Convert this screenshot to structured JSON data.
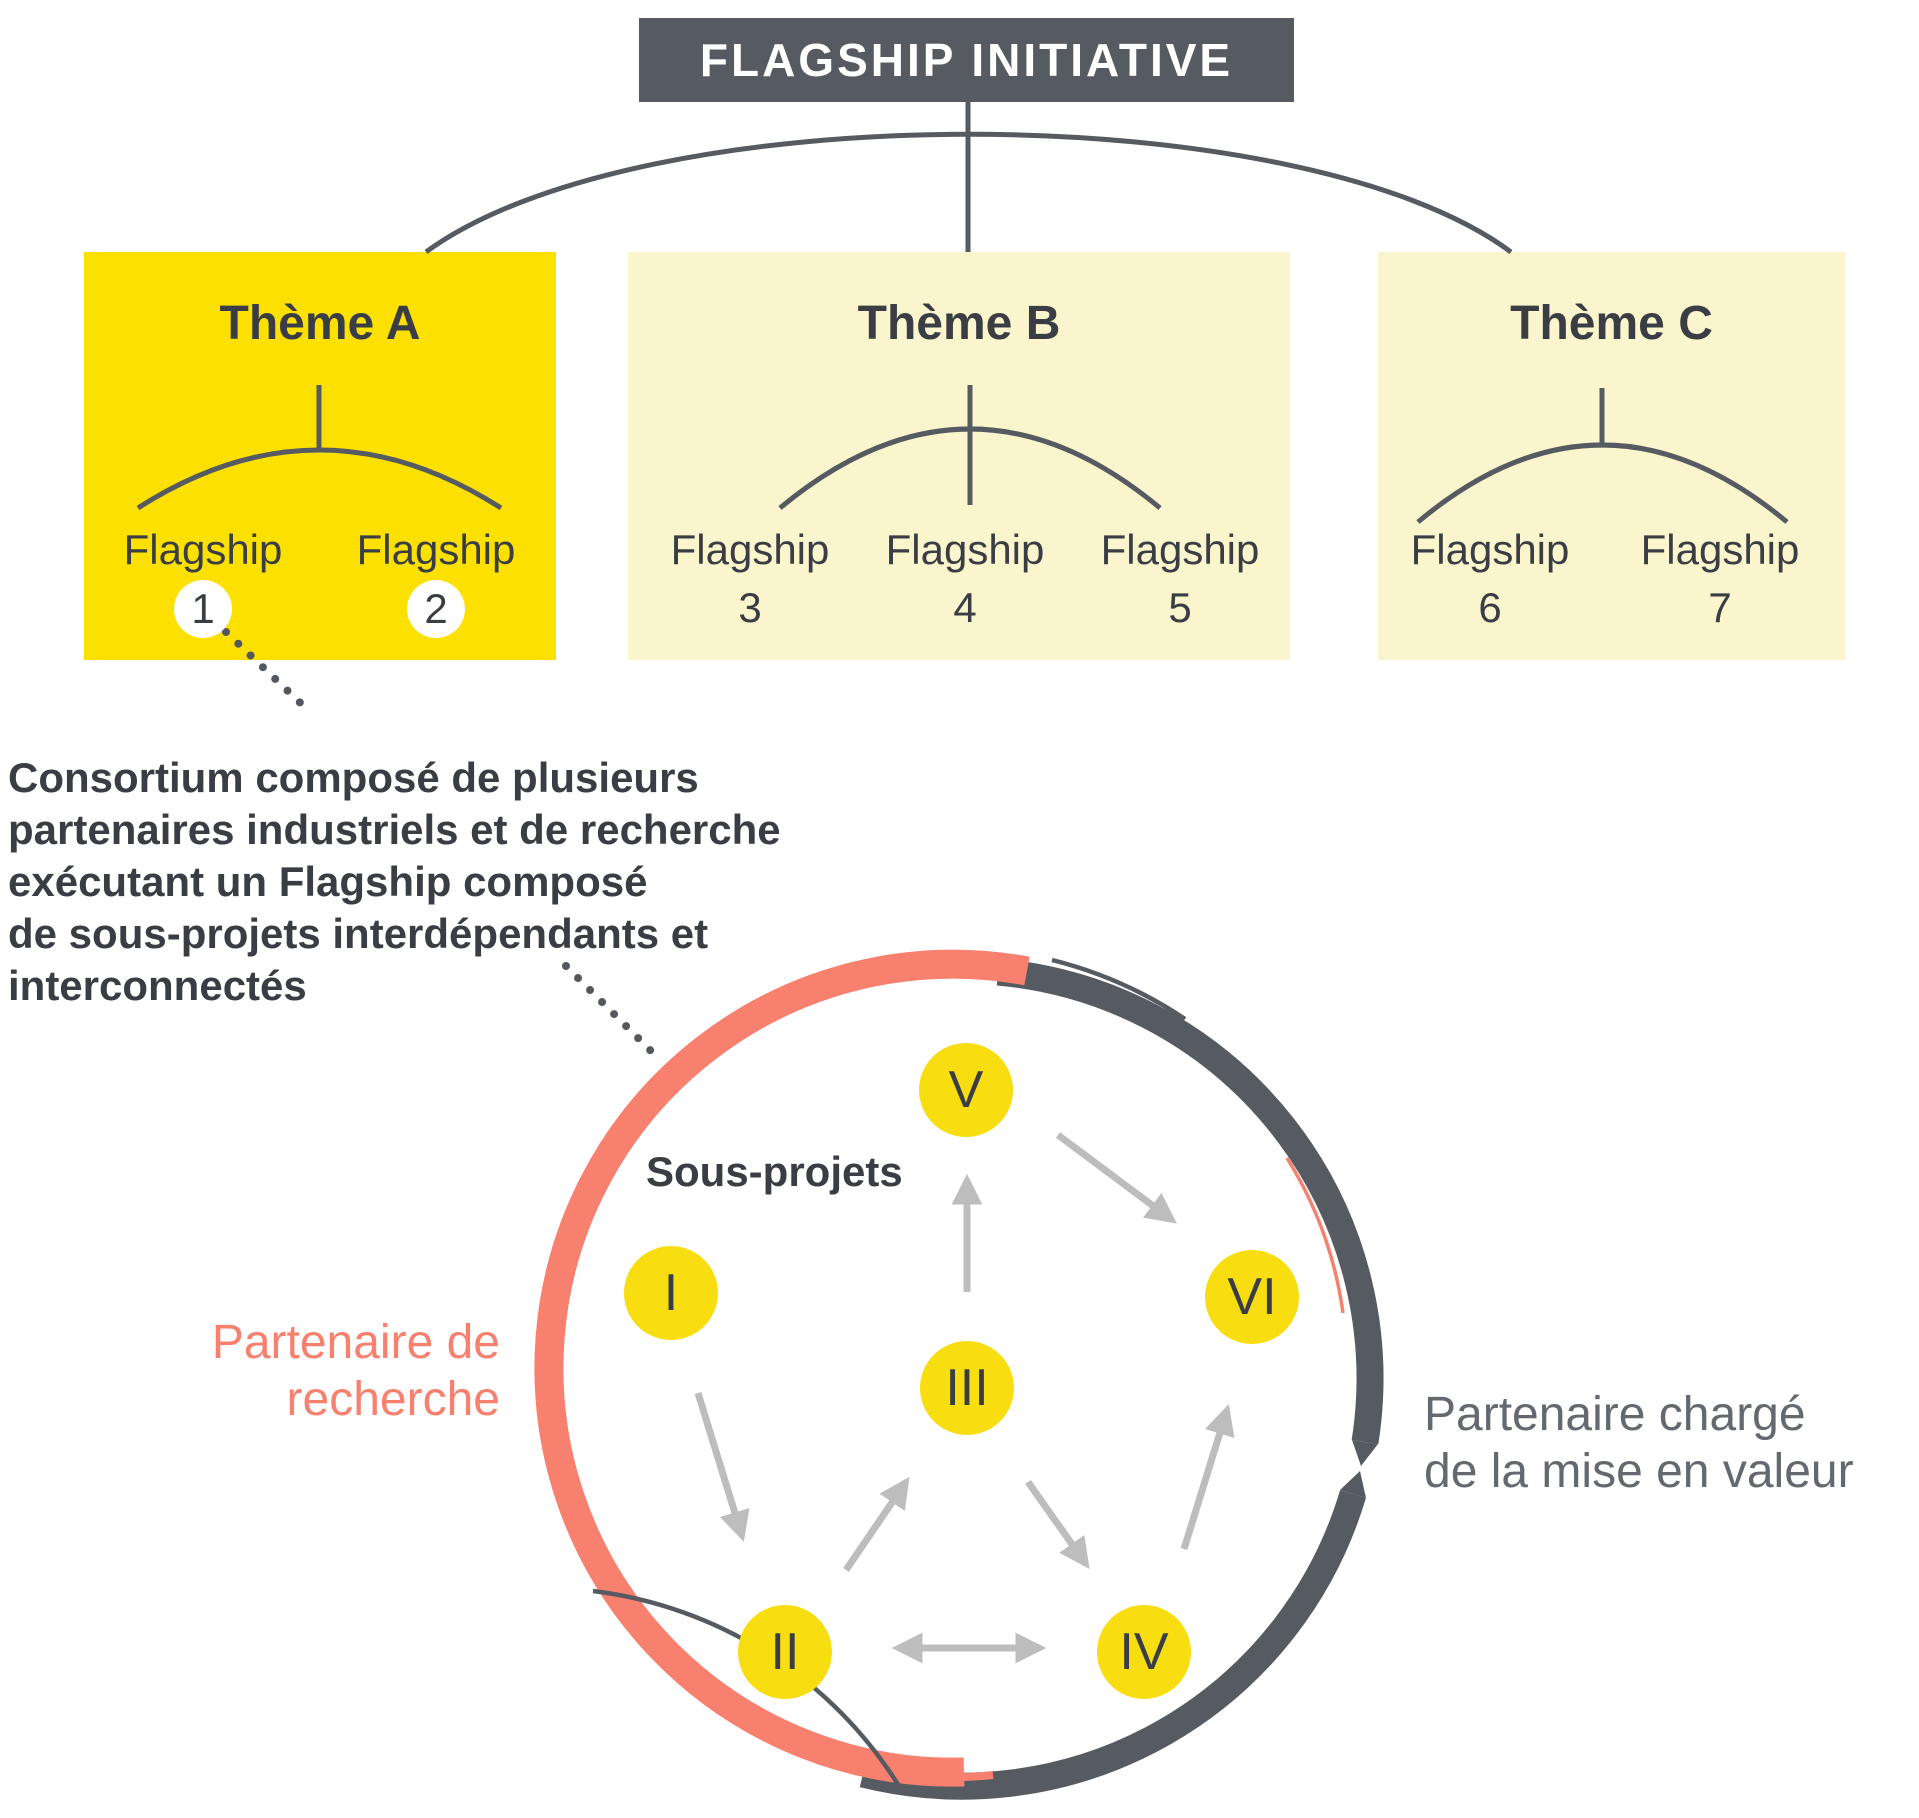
{
  "title": "FLAGSHIP INITIATIVE",
  "themes": [
    {
      "name": "Thème A",
      "flagships": [
        {
          "label": "Flagship",
          "num": "1"
        },
        {
          "label": "Flagship",
          "num": "2"
        }
      ]
    },
    {
      "name": "Thème B",
      "flagships": [
        {
          "label": "Flagship",
          "num": "3"
        },
        {
          "label": "Flagship",
          "num": "4"
        },
        {
          "label": "Flagship",
          "num": "5"
        }
      ]
    },
    {
      "name": "Thème C",
      "flagships": [
        {
          "label": "Flagship",
          "num": "6"
        },
        {
          "label": "Flagship",
          "num": "7"
        }
      ]
    }
  ],
  "callout": {
    "lines": [
      "Consortium composé de plusieurs",
      "partenaires industriels et de recherche",
      "exécutant un Flagship composé",
      "de sous-projets interdépendants et",
      "interconnectés"
    ]
  },
  "circle": {
    "inner_label": "Sous-projets",
    "research_partner": {
      "lines": [
        "Partenaire de",
        "recherche"
      ]
    },
    "valorisation_partner": {
      "lines": [
        "Partenaire chargé",
        "de la mise en valeur"
      ]
    },
    "subprojects": [
      "V",
      "I",
      "VI",
      "III",
      "II",
      "IV"
    ]
  },
  "colors": {
    "bright-yellow": "#FBE000",
    "pale-yellow": "#FAF5CC",
    "node-yellow": "#F8DD10",
    "slate": "#565B62",
    "ink": "#3A3E44",
    "salmon": "#F8806E",
    "arrow-gray": "#BDBDBD",
    "muted": "#64696F"
  }
}
